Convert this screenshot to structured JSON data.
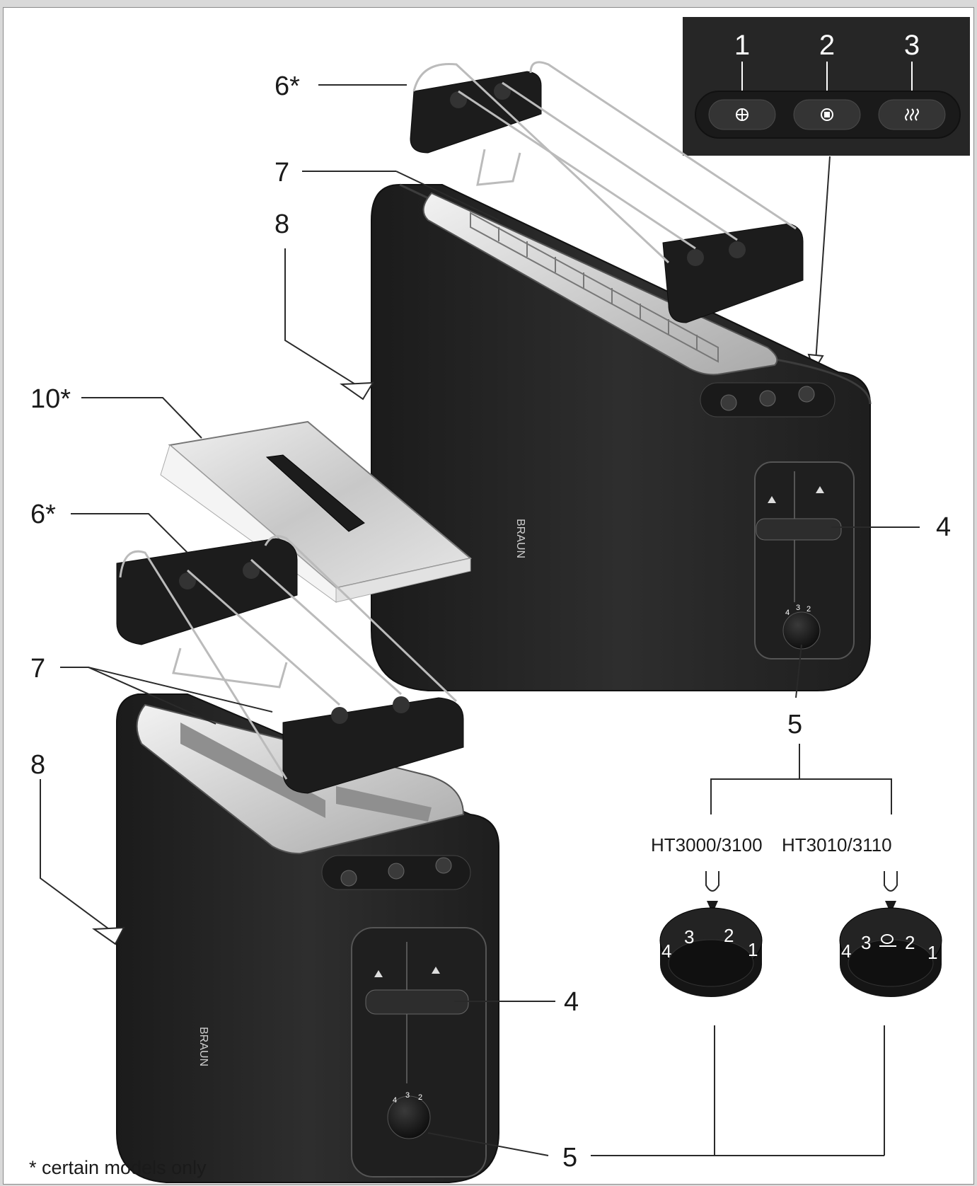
{
  "callouts": {
    "c6_top": "6*",
    "c7_top": "7",
    "c8_top": "8",
    "c10": "10*",
    "c6_bottom": "6*",
    "c7_bottom": "7",
    "c8_bottom": "8",
    "c4_top": "4",
    "c5_top": "5",
    "c4_bottom": "4",
    "c5_bottom": "5"
  },
  "button_panel": {
    "labels": [
      "1",
      "2",
      "3"
    ],
    "icons": [
      "defrost-icon",
      "stop-icon",
      "reheat-icon"
    ]
  },
  "models": {
    "left": "HT3000/3100",
    "right": "HT3010/3110"
  },
  "dial_left": {
    "n4": "4",
    "n3": "3",
    "n2": "2",
    "n1": "1"
  },
  "dial_right": {
    "n4": "4",
    "n3": "3",
    "n2": "2",
    "n1": "1",
    "symbol": "bun-warming-icon"
  },
  "toaster_small_dial": {
    "n4": "4",
    "n3": "3",
    "n2": "2"
  },
  "footnote": "* certain models only",
  "colors": {
    "body": "#262626",
    "panel": "#2b2b2b",
    "lid": "#d8d8d8",
    "slot": "#cfcfcf"
  }
}
